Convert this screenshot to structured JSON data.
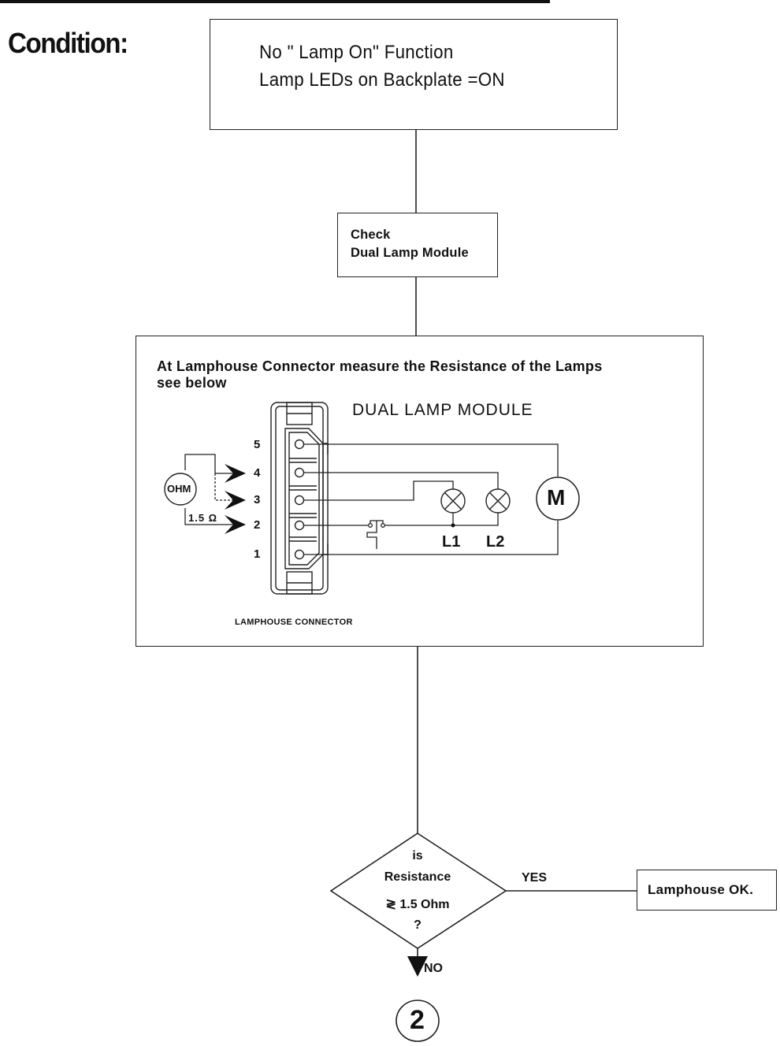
{
  "header": {
    "condition_label": "Condition:"
  },
  "condition_box": {
    "lines": [
      "No \" Lamp On\" Function",
      "Lamp LEDs on Backplate =ON"
    ]
  },
  "check_box": {
    "lines": [
      "Check",
      "Dual Lamp Module"
    ]
  },
  "measure_box": {
    "instruction_lines": [
      "At Lamphouse Connector measure the Resistance of the Lamps",
      "see below"
    ],
    "module_title": "DUAL LAMP MODULE",
    "connector_caption": "LAMPHOUSE CONNECTOR",
    "pins": [
      "5",
      "4",
      "3",
      "2",
      "1"
    ],
    "meter_label": "OHM",
    "resistance_label": "1.5 Ω",
    "lamps": [
      "L1",
      "L2"
    ],
    "motor_label": "M"
  },
  "decision": {
    "lines": [
      "is",
      "Resistance",
      "≷ 1.5 Ohm",
      "?"
    ],
    "yes_label": "YES",
    "no_label": "NO"
  },
  "result_box": {
    "label": "Lamphouse OK."
  },
  "connector": {
    "label": "2"
  }
}
